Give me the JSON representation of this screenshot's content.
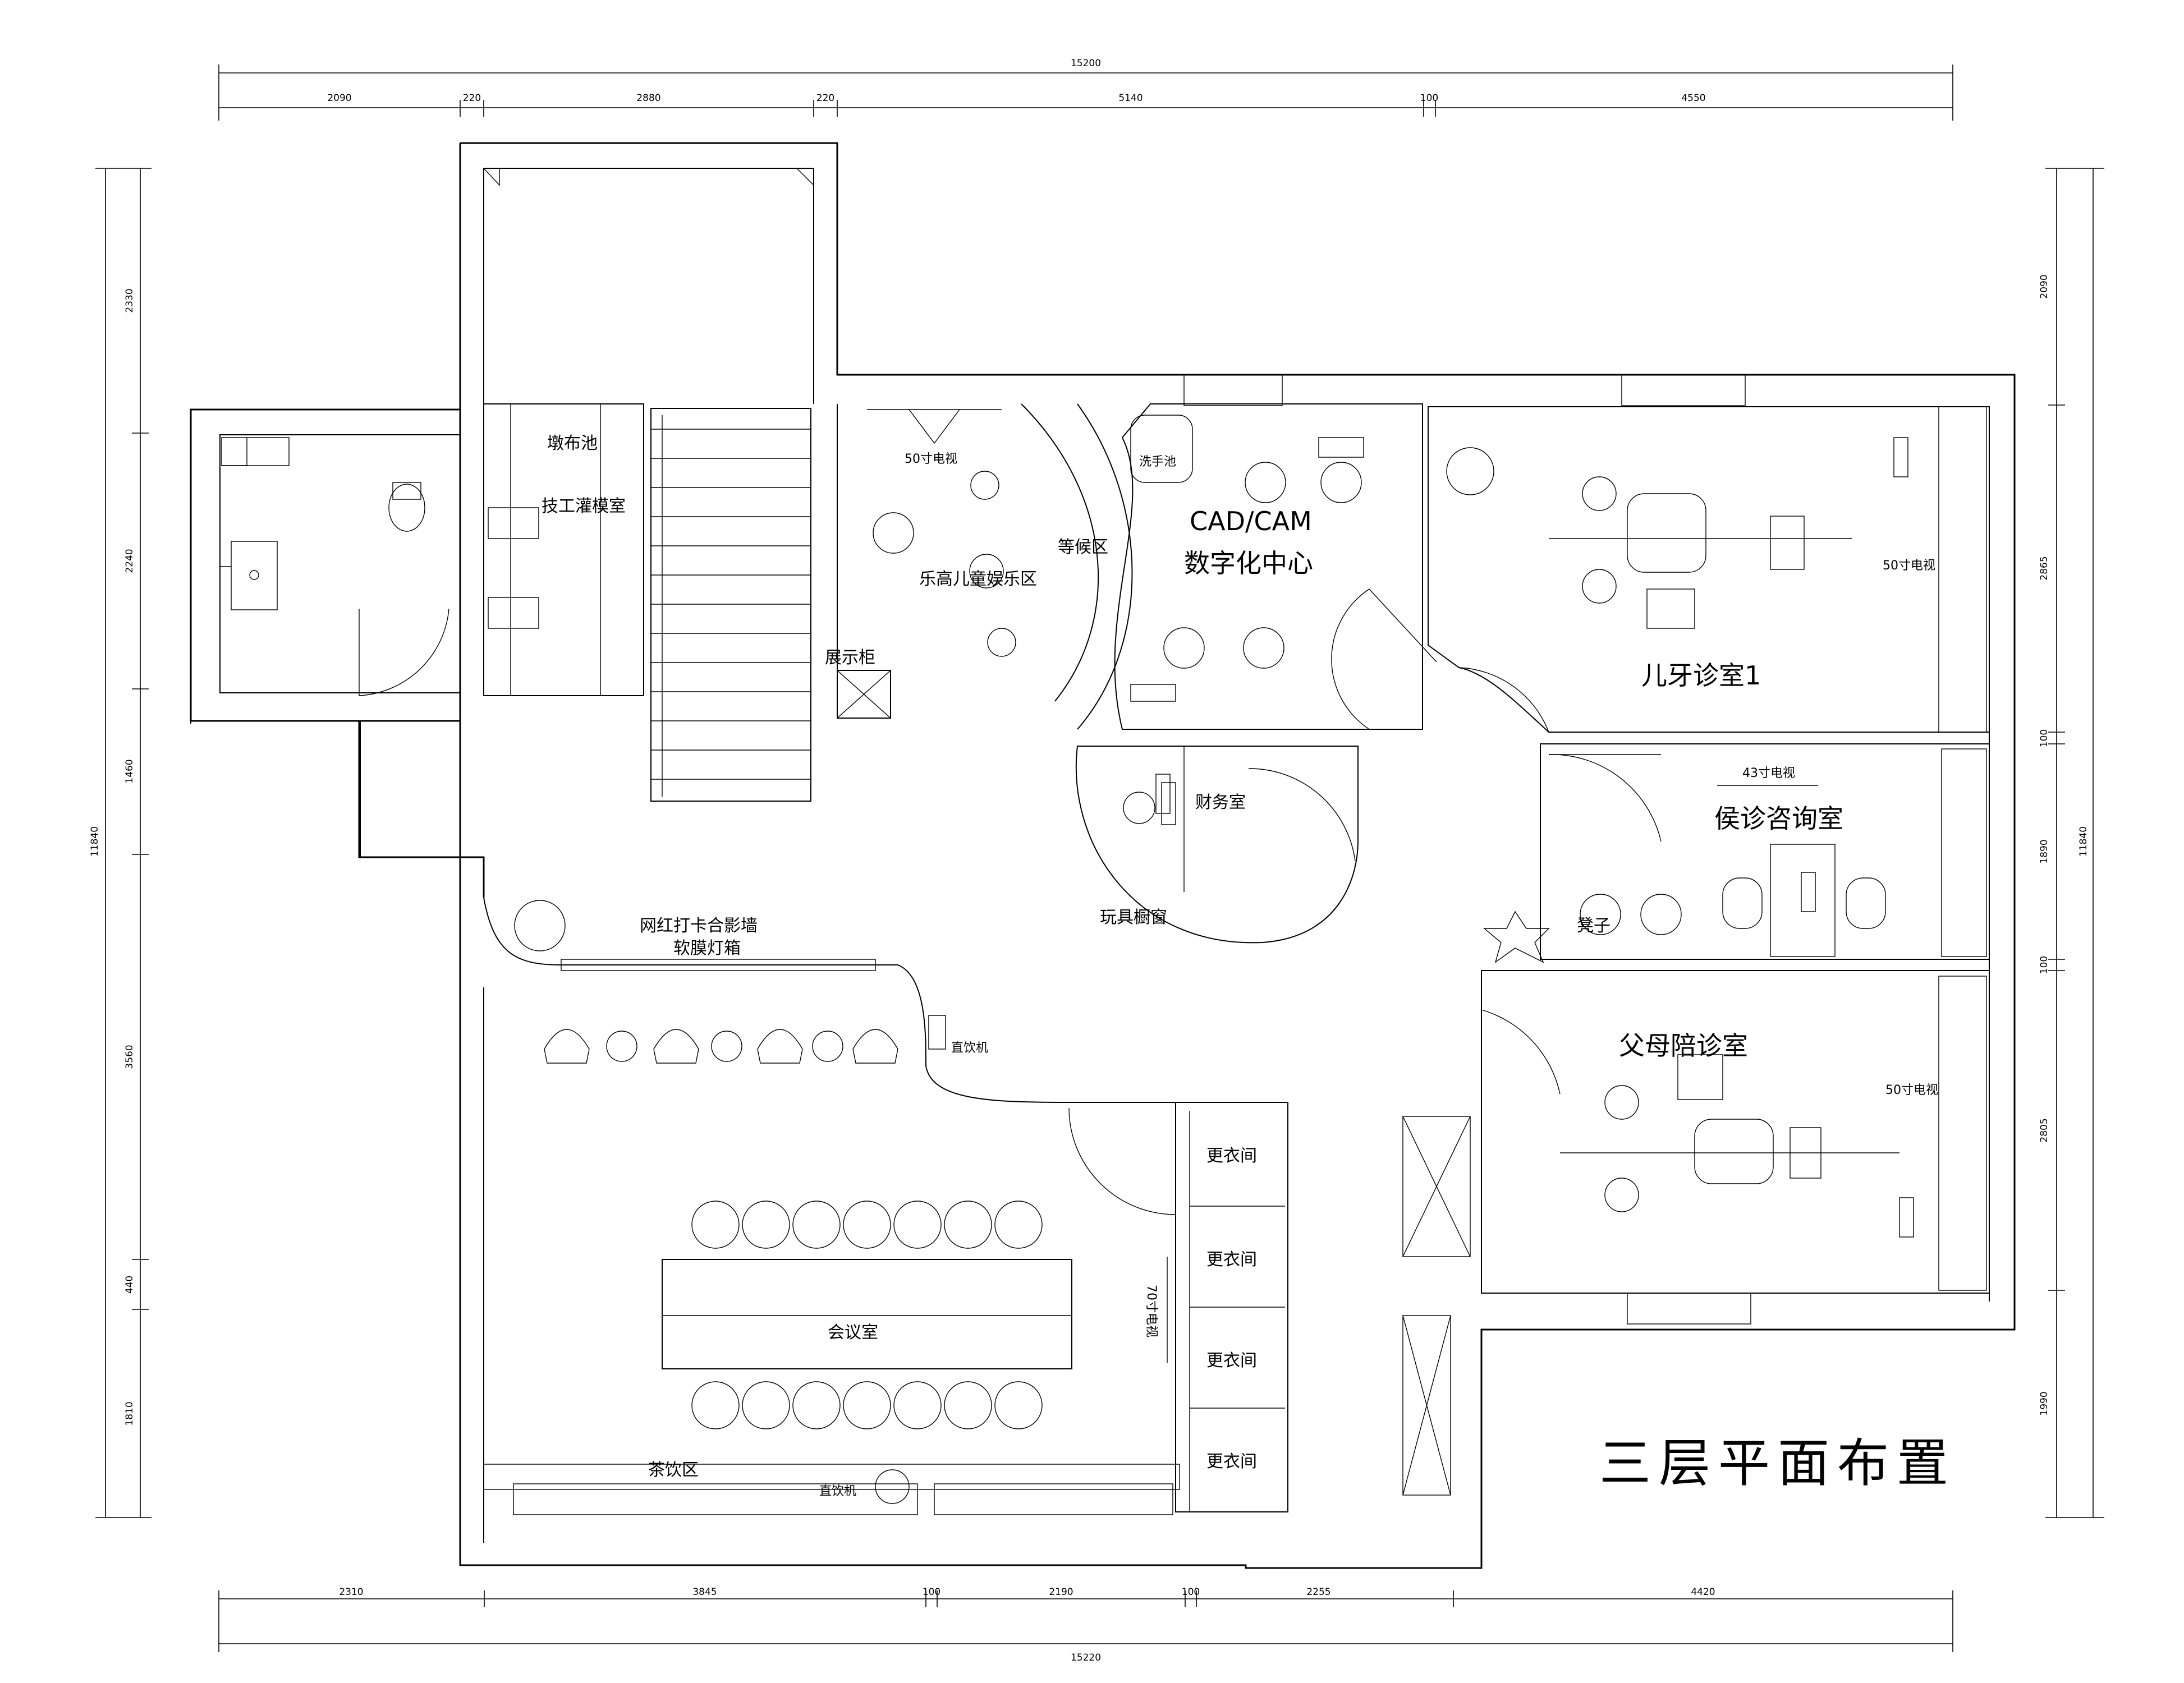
{
  "title": "三层平面布置",
  "dimensions": {
    "top_total": "15200",
    "top_segments": [
      "2090",
      "220",
      "2880",
      "220",
      "5140",
      "100",
      "4550"
    ],
    "bottom_total": "15220",
    "bottom_segments": [
      "2310",
      "3845",
      "100",
      "2190",
      "100",
      "2255",
      "4420"
    ],
    "left_total": "11840",
    "left_segments": [
      "2330",
      "2240",
      "1460",
      "3560",
      "440",
      "1810"
    ],
    "right_total": "11840",
    "right_segments": [
      "2090",
      "2865",
      "100",
      "1890",
      "100",
      "2805",
      "1990"
    ]
  },
  "rooms": {
    "cloth_pool": "墩布池",
    "tech_room": "技工灌模室",
    "lego_area": "乐高儿童娱乐区",
    "waiting_area": "等候区",
    "display_cabinet": "展示柜",
    "cadcam_line1": "CAD/CAM",
    "cadcam_line2": "数字化中心",
    "washbasin": "洗手池",
    "kids_room1": "儿牙诊室1",
    "consult_room": "侯诊咨询室",
    "stool": "凳子",
    "finance_room": "财务室",
    "toy_window": "玩具橱窗",
    "photo_wall_line1": "网红打卡合影墙",
    "photo_wall_line2": "软膜灯箱",
    "water_dispenser": "直饮机",
    "parents_room": "父母陪诊室",
    "locker": "更衣间",
    "meeting_room": "会议室",
    "tea_area": "茶饮区",
    "water_dispenser_2": "直饮机"
  },
  "tv_labels": {
    "tv50_lobby": "50寸电视",
    "tv50_room1": "50寸电视",
    "tv43": "43寸电视",
    "tv50_parents": "50寸电视",
    "tv70": "70寸电视"
  }
}
